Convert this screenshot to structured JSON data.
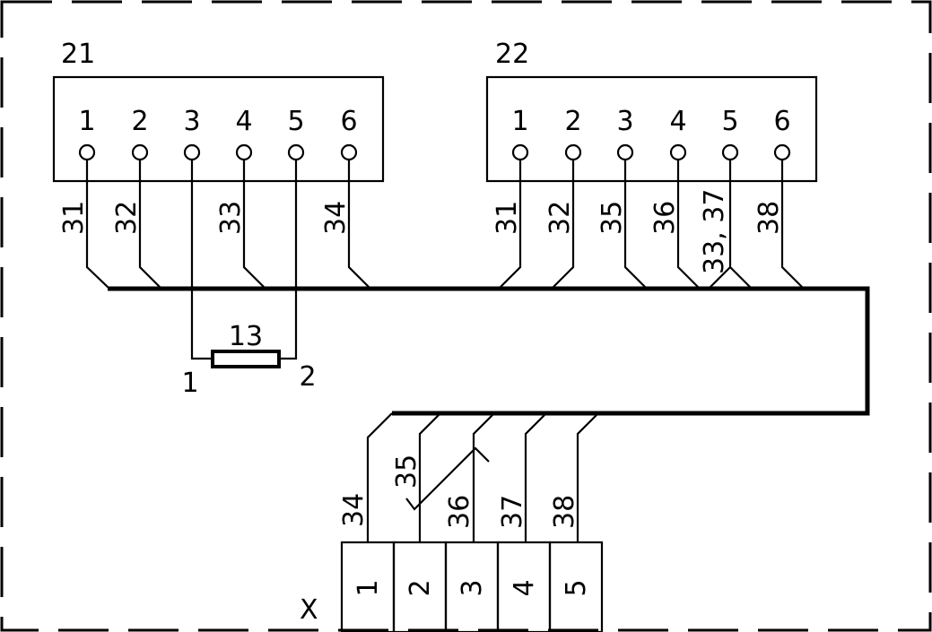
{
  "connectors": {
    "c21": {
      "ref": "21",
      "pins": [
        "1",
        "2",
        "3",
        "4",
        "5",
        "6"
      ]
    },
    "c22": {
      "ref": "22",
      "pins": [
        "1",
        "2",
        "3",
        "4",
        "5",
        "6"
      ]
    }
  },
  "wires_c21": [
    "31",
    "32",
    "33",
    "34"
  ],
  "wires_c22": [
    "31",
    "32",
    "35",
    "36",
    "33, 37",
    "38"
  ],
  "resistor": {
    "ref": "13",
    "pin1": "1",
    "pin2": "2"
  },
  "terminal": {
    "ref": "X",
    "pins": [
      "1",
      "2",
      "3",
      "4",
      "5"
    ],
    "wires": [
      "34",
      "35",
      "36",
      "37",
      "38"
    ]
  }
}
